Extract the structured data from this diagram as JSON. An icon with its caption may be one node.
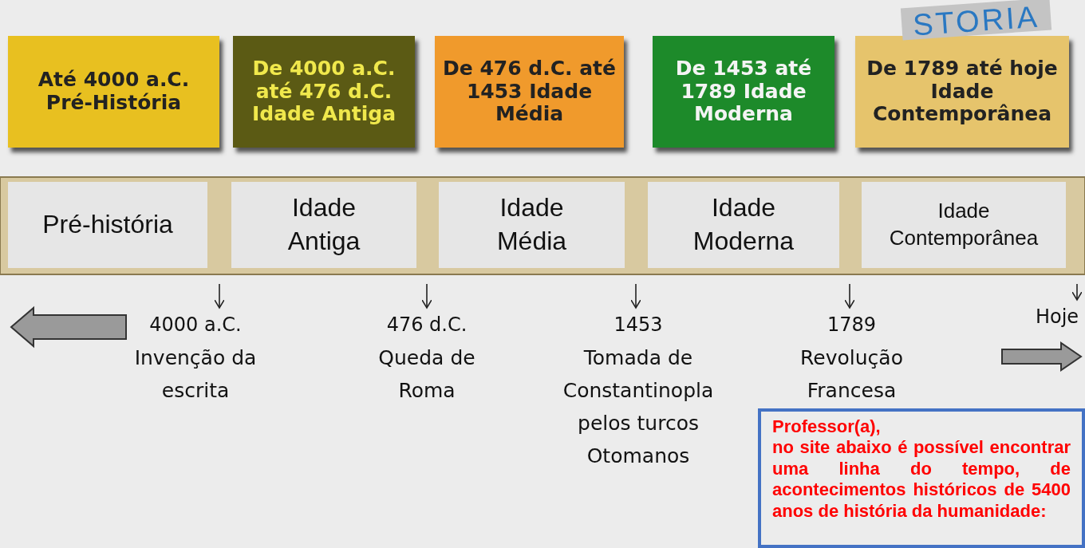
{
  "diagram": {
    "nodes": [
      {
        "text": [
          "Até 4000 a.C. Pré-História"
        ]
      },
      {
        "text": [
          "De 4000 a.C. até 476 d.C. Idade Antiga"
        ]
      },
      {
        "text": [
          "De 476 d.C. até 1453 Idade Média"
        ]
      },
      {
        "text": [
          "De 1453 até 1789 Idade Moderna"
        ]
      },
      {
        "text": [
          "De 1789 até hoje Idade Contemporânea"
        ]
      },
      {
        "text": [
          "Pré-história"
        ]
      },
      {
        "text": [
          "Idade Antiga"
        ]
      },
      {
        "text": [
          "Idade Média"
        ]
      },
      {
        "text": [
          "Idade Moderna"
        ]
      },
      {
        "text": [
          "Idade Contemporânea"
        ]
      },
      {
        "text": [
          "4000 a.C.",
          "Invenção da escrita"
        ]
      },
      {
        "text": [
          "476 d.C.",
          "Queda de Roma"
        ]
      },
      {
        "text": [
          "1453",
          "Tomada de Constantinopla pelos turcos Otomanos"
        ]
      },
      {
        "text": [
          "1789",
          "Revolução Francesa"
        ]
      },
      {
        "text": [
          "Hoje"
        ]
      },
      {
        "text": [
          "Professor(a),",
          "no site abaixo é possível encontrar uma linha do tempo, de acontecimentos históricos de 5400 anos de história da humanidade:"
        ]
      }
    ],
    "edges": [
      {
        "from": null,
        "to": 10,
        "arrow": "to"
      },
      {
        "from": null,
        "to": 11,
        "arrow": "to"
      },
      {
        "from": null,
        "to": 12,
        "arrow": "to"
      },
      {
        "from": null,
        "to": 13,
        "arrow": "to"
      },
      {
        "from": null,
        "to": 14,
        "arrow": "to"
      }
    ],
    "labels": [
      "STORIA"
    ]
  }
}
